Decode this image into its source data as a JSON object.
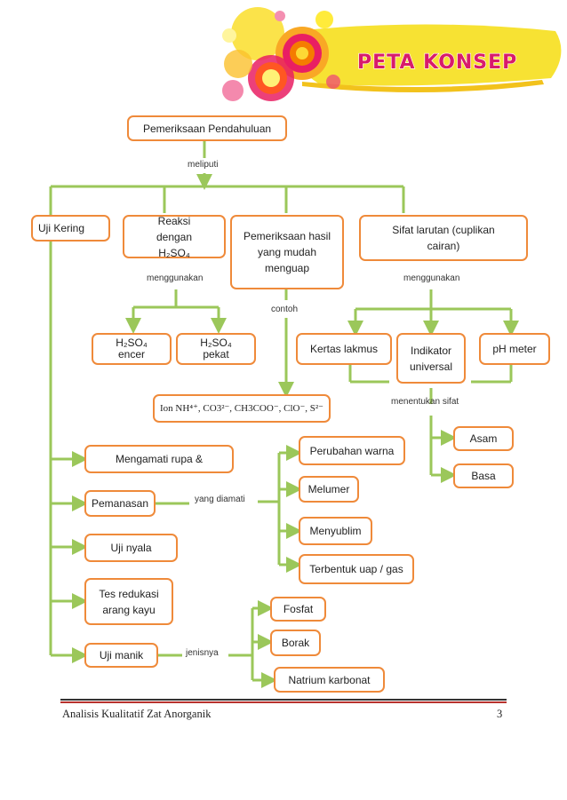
{
  "header": {
    "title": "PETA KONSEP"
  },
  "nodes": {
    "root": "Pemeriksaan Pendahuluan",
    "uji_kering": "Uji Kering",
    "reaksi": "Reaksi dengan H₂SO₄",
    "pemeriksaan_hasil": "Pemeriksaan hasil yang mudah menguap",
    "sifat_larutan": "Sifat larutan (cuplikan cairan)",
    "h2so4_encer": "H₂SO₄ encer",
    "h2so4_pekat": "H₂SO₄ pekat",
    "ion": "Ion NH⁴⁺, CO3²⁻, CH3COO⁻, ClO⁻, S²⁻",
    "kertas_lakmus": "Kertas lakmus",
    "indikator": "Indikator universal",
    "ph_meter": "pH meter",
    "asam": "Asam",
    "basa": "Basa",
    "mengamati": "Mengamati rupa &",
    "pemanasan": "Pemanasan",
    "uji_nyala": "Uji nyala",
    "tes_reduksi": "Tes redukasi arang kayu",
    "uji_manik": "Uji manik",
    "perubahan_warna": "Perubahan warna",
    "melumer": "Melumer",
    "menyublim": "Menyublim",
    "terbentuk_uap": "Terbentuk uap / gas",
    "fosfat": "Fosfat",
    "borak": "Borak",
    "natrium_karbonat": "Natrium karbonat"
  },
  "links": {
    "meliputi": "meliputi",
    "menggunakan_1": "menggunakan",
    "menggunakan_2": "menggunakan",
    "contoh": "contoh",
    "menentukan_sifat": "menentukan sifat",
    "yang_diamati": "yang diamati",
    "jenisnya": "jenisnya"
  },
  "footer": {
    "left": "Analisis Kualitatif Zat Anorganik",
    "page_number": "3"
  },
  "colors": {
    "line": "#9bc75a",
    "box_border": "#ef8a3a",
    "rule_dark": "#333333",
    "rule_red": "#b8322d",
    "title": "#d81b6b"
  }
}
